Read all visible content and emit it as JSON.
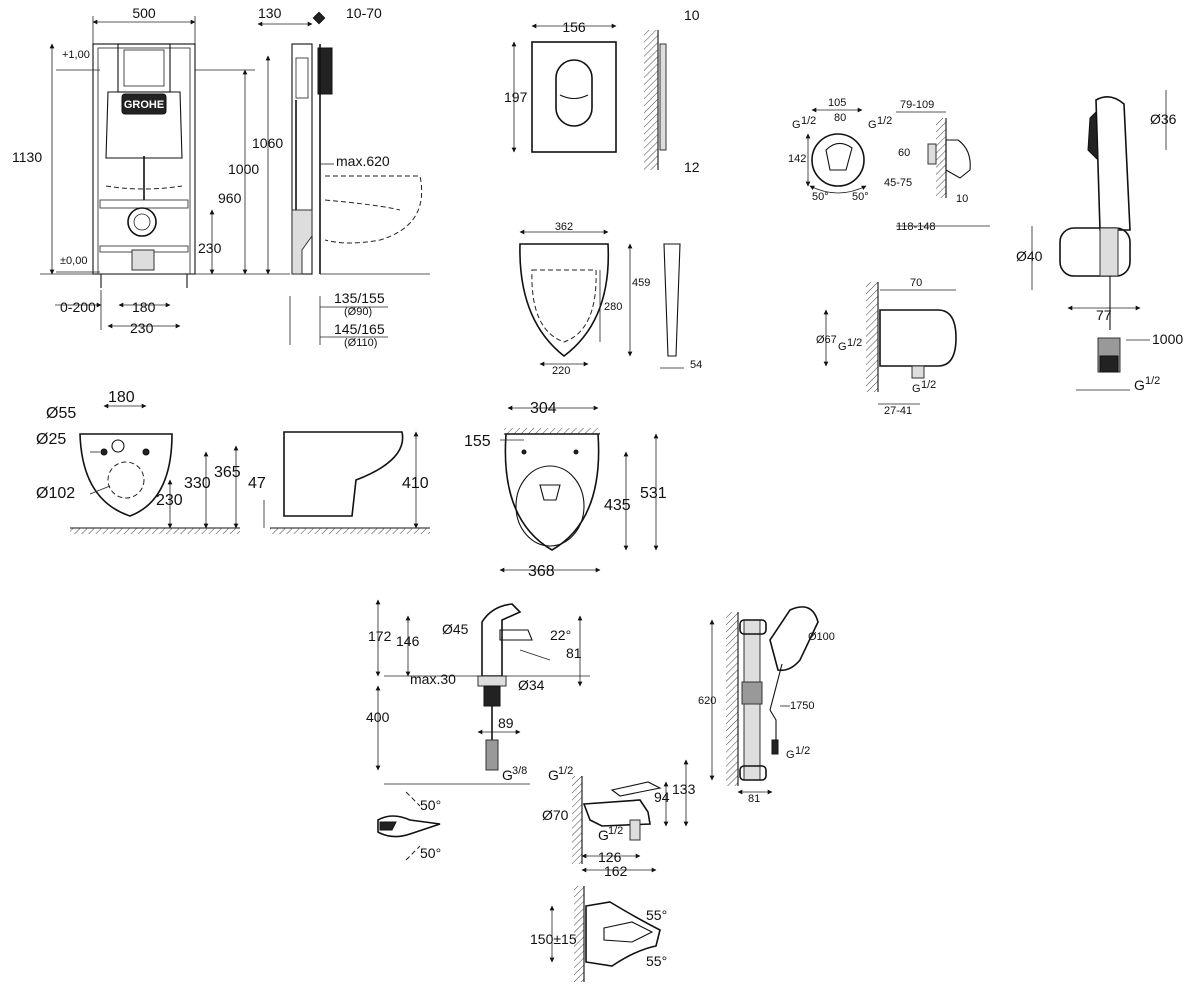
{
  "frame": {
    "width": "500",
    "depth": "130",
    "depth_range": "10-70",
    "height_total": "1130",
    "h_1060": "1060",
    "h_1000": "1000",
    "h_960": "960",
    "h_230": "230",
    "level_plus": "+1,00",
    "level_zero": "±0,00",
    "bottom_range": "0-200",
    "bottom_180": "180",
    "bottom_230": "230",
    "max_620": "max.620",
    "d_135": "135/155",
    "d_90": "(Ø90)",
    "d_145": "145/165",
    "d_110": "(Ø110)",
    "brand": "GROHE"
  },
  "flush_plate": {
    "width": "156",
    "height": "197",
    "depth": "10",
    "depth2": "12"
  },
  "seat": {
    "width": "362",
    "length": "459",
    "inner": "280",
    "bottom": "220",
    "thickness": "54"
  },
  "bowl_front": {
    "d55": "Ø55",
    "d25": "Ø25",
    "d102": "Ø102",
    "w180": "180",
    "h230": "230",
    "h330": "330",
    "h365": "365"
  },
  "bowl_side": {
    "h47": "47",
    "h410": "410"
  },
  "bowl_top": {
    "w304": "304",
    "w155": "155",
    "w368": "368",
    "h435": "435",
    "h531": "531"
  },
  "hygienic_mixer": {
    "w105": "105",
    "w80": "80",
    "g12a": "G",
    "g12b": "G",
    "frac": "1/2",
    "h142": "142",
    "a50a": "50°",
    "a50b": "50°",
    "r79": "79-109",
    "h60": "60",
    "r45": "45-75",
    "w10": "10",
    "r118": "118-148"
  },
  "wall_outlet": {
    "w70": "70",
    "d67": "Ø67",
    "g12a": "G",
    "g12b": "G",
    "frac": "1/2",
    "r27": "27-41"
  },
  "hand_shower": {
    "d36": "Ø36",
    "d40": "Ø40",
    "w77": "77",
    "hose": "1000",
    "g12": "G",
    "frac": "1/2"
  },
  "basin_mixer": {
    "h172": "172",
    "h146": "146",
    "d45": "Ø45",
    "a22": "22°",
    "h81": "81",
    "max30": "max.30",
    "d34": "Ø34",
    "h400": "400",
    "w89": "89",
    "g38": "G",
    "frac": "3/8",
    "a50a": "50°",
    "a50b": "50°"
  },
  "bath_mixer": {
    "g12a": "G",
    "g12b": "G",
    "frac": "1/2",
    "d70": "Ø70",
    "h94": "94",
    "h133": "133",
    "w126": "126",
    "w162": "162",
    "h150": "150±15",
    "a55a": "55°",
    "a55b": "55°"
  },
  "shower_rail": {
    "h620": "620",
    "d100": "Ø100",
    "hose": "1750",
    "g12": "G",
    "frac": "1/2",
    "w81": "81"
  }
}
